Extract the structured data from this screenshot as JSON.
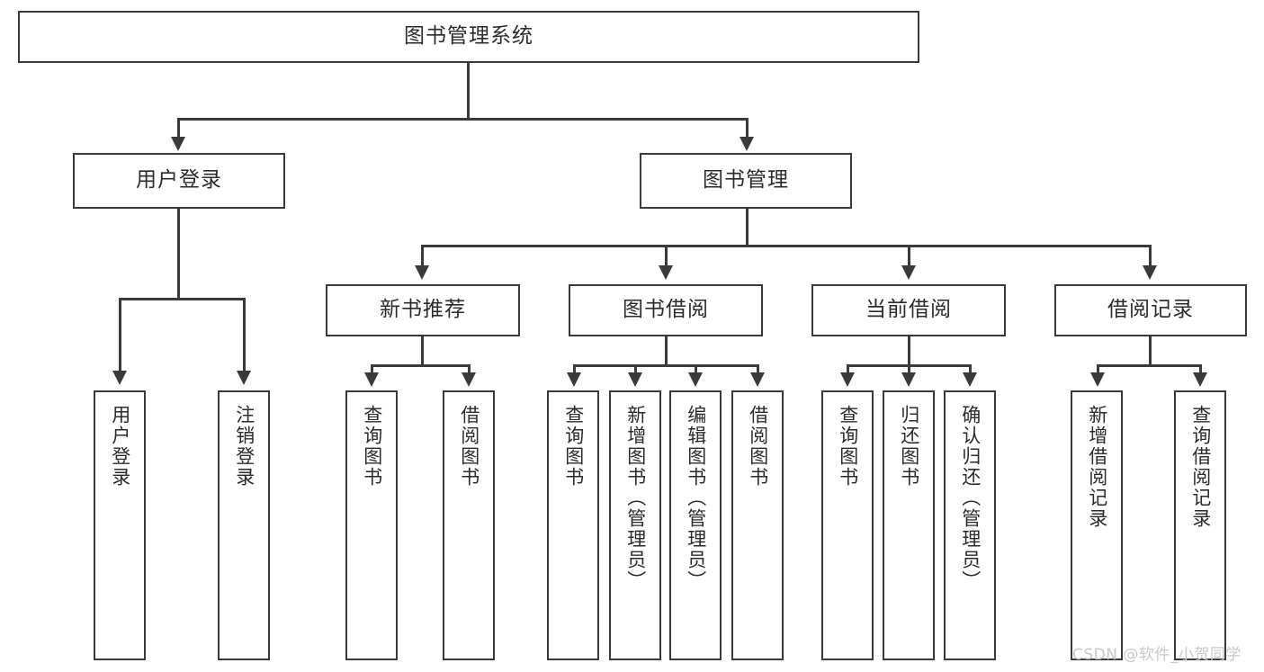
{
  "diagram": {
    "title": "图书管理系统",
    "type": "tree-hierarchy-diagram",
    "root": {
      "label": "图书管理系统"
    },
    "level2": [
      {
        "label": "用户登录"
      },
      {
        "label": "图书管理"
      }
    ],
    "level3": [
      {
        "label": "新书推荐"
      },
      {
        "label": "图书借阅"
      },
      {
        "label": "当前借阅"
      },
      {
        "label": "借阅记录"
      }
    ],
    "leaves": {
      "user_login": [
        {
          "label": "用户登录"
        },
        {
          "label": "注销登录"
        }
      ],
      "new_book_recommend": [
        {
          "label": "查询图书"
        },
        {
          "label": "借阅图书"
        }
      ],
      "book_borrow": [
        {
          "label": "查询图书"
        },
        {
          "label": "新增图书（管理员）"
        },
        {
          "label": "编辑图书（管理员）"
        },
        {
          "label": "借阅图书"
        }
      ],
      "current_borrow": [
        {
          "label": "查询图书"
        },
        {
          "label": "归还图书"
        },
        {
          "label": "确认归还（管理员）"
        }
      ],
      "borrow_record": [
        {
          "label": "新增借阅记录"
        },
        {
          "label": "查询借阅记录"
        }
      ]
    }
  },
  "watermark": {
    "text": "CSDN @软件_小贺同学"
  },
  "colors": {
    "stroke": "#3a3a3a",
    "text": "#2b2b2b",
    "background": "#ffffff",
    "watermark": "#c9c9c9"
  }
}
